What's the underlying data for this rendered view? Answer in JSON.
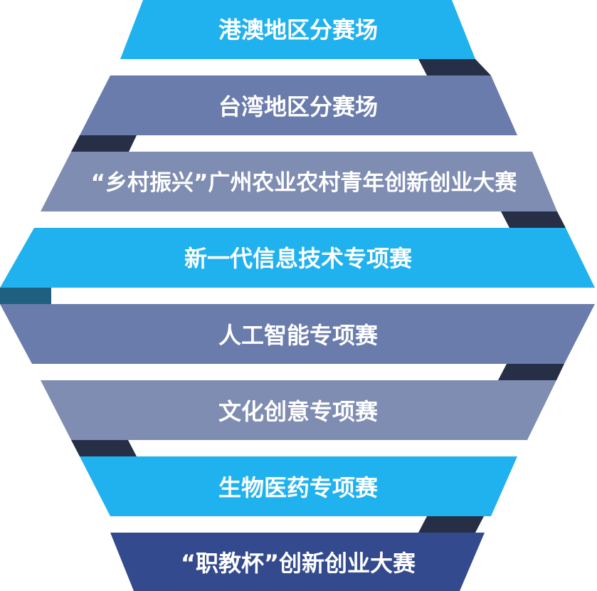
{
  "colors": {
    "cyan": "#1fb2ee",
    "slate_blue": "#6a7cac",
    "gray_blue": "#7f8db2",
    "navy": "#344a8e",
    "connector": "#262f45",
    "connector_teal": "#1f5f80",
    "text": "#ffffff"
  },
  "bands": [
    {
      "label": "港澳地区分赛场",
      "color": "cyan"
    },
    {
      "label": "台湾地区分赛场",
      "color": "slate_blue"
    },
    {
      "label": "“乡村振兴”广州农业农村青年创新创业大赛",
      "color": "gray_blue"
    },
    {
      "label": "新一代信息技术专项赛",
      "color": "cyan"
    },
    {
      "label": "人工智能专项赛",
      "color": "slate_blue"
    },
    {
      "label": "文化创意专项赛",
      "color": "gray_blue"
    },
    {
      "label": "生物医药专项赛",
      "color": "cyan"
    },
    {
      "label": "“职教杯”创新创业大赛",
      "color": "navy"
    }
  ]
}
